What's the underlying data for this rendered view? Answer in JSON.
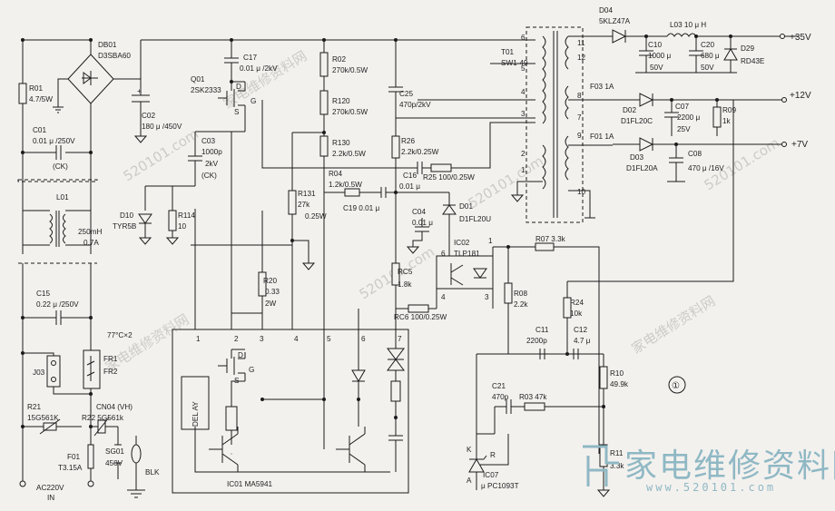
{
  "figure_number": "①",
  "watermark_text": "520101.com",
  "watermark_cn": "家电维修资料网",
  "logo": {
    "main": "家电维修资料网",
    "url": "www.520101.com"
  },
  "colors": {
    "ink": "#1b1b1b",
    "paper": "#f3f1ee",
    "logo": "#8fb8c4"
  },
  "labels": [
    {
      "id": "db01",
      "text": "DB01"
    },
    {
      "id": "db01v",
      "text": "D3SBA60"
    },
    {
      "id": "r01",
      "text": "R01"
    },
    {
      "id": "r01v",
      "text": "4.7/5W"
    },
    {
      "id": "c02",
      "text": "C02"
    },
    {
      "id": "c02v",
      "text": "180 μ /450V"
    },
    {
      "id": "c01",
      "text": "C01"
    },
    {
      "id": "c01v",
      "text": "0.01 μ /250V"
    },
    {
      "id": "ck1",
      "text": "(CK)"
    },
    {
      "id": "l01",
      "text": "L01"
    },
    {
      "id": "l01v1",
      "text": "250mH"
    },
    {
      "id": "l01v2",
      "text": "0.7A"
    },
    {
      "id": "c15",
      "text": "C15"
    },
    {
      "id": "c15v",
      "text": "0.22 μ /250V"
    },
    {
      "id": "j03",
      "text": "J03"
    },
    {
      "id": "fr77",
      "text": "77°C×2"
    },
    {
      "id": "fr1",
      "text": "FR1"
    },
    {
      "id": "fr2",
      "text": "FR2"
    },
    {
      "id": "r21",
      "text": "R21"
    },
    {
      "id": "r21v",
      "text": "15G561K"
    },
    {
      "id": "cn04",
      "text": "CN04 (VH)"
    },
    {
      "id": "r22",
      "text": "R22  5G561k"
    },
    {
      "id": "f01",
      "text": "F01"
    },
    {
      "id": "f01v",
      "text": "T3.15A"
    },
    {
      "id": "sg01",
      "text": "SG01"
    },
    {
      "id": "sg01v",
      "text": "450V"
    },
    {
      "id": "blk",
      "text": "BLK"
    },
    {
      "id": "ac",
      "text": "AC220V"
    },
    {
      "id": "in",
      "text": "IN"
    },
    {
      "id": "c17",
      "text": "C17"
    },
    {
      "id": "c17v",
      "text": "0.01 μ /2kV"
    },
    {
      "id": "q01",
      "text": "Q01"
    },
    {
      "id": "q01v",
      "text": "2SK2333"
    },
    {
      "id": "q01d",
      "text": "D"
    },
    {
      "id": "q01g",
      "text": "G"
    },
    {
      "id": "q01s",
      "text": "S"
    },
    {
      "id": "c03",
      "text": "C03"
    },
    {
      "id": "c03v1",
      "text": "1000p"
    },
    {
      "id": "c03v2",
      "text": "2kV"
    },
    {
      "id": "ck2",
      "text": "(CK)"
    },
    {
      "id": "d10",
      "text": "D10"
    },
    {
      "id": "d10v",
      "text": "TYR5B"
    },
    {
      "id": "r114",
      "text": "R114"
    },
    {
      "id": "r114v",
      "text": "10"
    },
    {
      "id": "r20",
      "text": "R20"
    },
    {
      "id": "r20v1",
      "text": "0.33"
    },
    {
      "id": "r20v2",
      "text": "2W"
    },
    {
      "id": "r02",
      "text": "R02"
    },
    {
      "id": "r02v",
      "text": "270k/0.5W"
    },
    {
      "id": "r120",
      "text": "R120"
    },
    {
      "id": "r120v",
      "text": "270k/0.5W"
    },
    {
      "id": "r130",
      "text": "R130"
    },
    {
      "id": "r130v",
      "text": "2.2k/0.5W"
    },
    {
      "id": "r131",
      "text": "R131"
    },
    {
      "id": "r131v1",
      "text": "27k"
    },
    {
      "id": "r131v2",
      "text": "0.25W"
    },
    {
      "id": "r04",
      "text": "R04"
    },
    {
      "id": "r04v",
      "text": "1.2k/0.5W"
    },
    {
      "id": "c19",
      "text": "C19  0.01 μ"
    },
    {
      "id": "c25",
      "text": "C25"
    },
    {
      "id": "c25v",
      "text": "470p/2kV"
    },
    {
      "id": "r26",
      "text": "R26"
    },
    {
      "id": "r26v",
      "text": "2.2k/0.25W"
    },
    {
      "id": "c16",
      "text": "C16"
    },
    {
      "id": "c16v",
      "text": "0.01 μ"
    },
    {
      "id": "r25",
      "text": "R25  100/0.25W"
    },
    {
      "id": "t01",
      "text": "T01"
    },
    {
      "id": "t01v",
      "text": "SW1-49"
    },
    {
      "id": "d04",
      "text": "D04"
    },
    {
      "id": "d04v",
      "text": "5KLZ47A"
    },
    {
      "id": "l03",
      "text": "L03  10 μ H"
    },
    {
      "id": "c10",
      "text": "C10"
    },
    {
      "id": "c10v1",
      "text": "1000 μ"
    },
    {
      "id": "c10v2",
      "text": "50V"
    },
    {
      "id": "c20",
      "text": "C20"
    },
    {
      "id": "c20v1",
      "text": "680 μ"
    },
    {
      "id": "c20v2",
      "text": "50V"
    },
    {
      "id": "d29",
      "text": "D29"
    },
    {
      "id": "d29v",
      "text": "RD43E"
    },
    {
      "id": "out35",
      "text": "+35V"
    },
    {
      "id": "out12",
      "text": "+12V"
    },
    {
      "id": "out7",
      "text": "+7V"
    },
    {
      "id": "f03",
      "text": "F03  1A"
    },
    {
      "id": "d02",
      "text": "D02"
    },
    {
      "id": "d02v",
      "text": "D1FL20C"
    },
    {
      "id": "c07",
      "text": "C07"
    },
    {
      "id": "c07v1",
      "text": "2200 μ"
    },
    {
      "id": "c07v2",
      "text": "25V"
    },
    {
      "id": "r09",
      "text": "R09"
    },
    {
      "id": "r09v",
      "text": "1k"
    },
    {
      "id": "f01b",
      "text": "F01  1A"
    },
    {
      "id": "d03",
      "text": "D03"
    },
    {
      "id": "d03v",
      "text": "D1FL20A"
    },
    {
      "id": "c08",
      "text": "C08"
    },
    {
      "id": "c08v",
      "text": "470 μ /16V"
    },
    {
      "id": "p6",
      "text": "6"
    },
    {
      "id": "p5",
      "text": "5"
    },
    {
      "id": "p4",
      "text": "4"
    },
    {
      "id": "p3",
      "text": "3"
    },
    {
      "id": "p2",
      "text": "2"
    },
    {
      "id": "p1",
      "text": "1"
    },
    {
      "id": "p11",
      "text": "11"
    },
    {
      "id": "p12",
      "text": "12"
    },
    {
      "id": "p8",
      "text": "8"
    },
    {
      "id": "p7",
      "text": "7"
    },
    {
      "id": "p9",
      "text": "9"
    },
    {
      "id": "p10",
      "text": "10"
    },
    {
      "id": "c04",
      "text": "C04"
    },
    {
      "id": "c04v",
      "text": "0.01 μ"
    },
    {
      "id": "d01",
      "text": "D01"
    },
    {
      "id": "d01v",
      "text": "D1FL20U"
    },
    {
      "id": "ic02",
      "text": "IC02"
    },
    {
      "id": "ic02v",
      "text": "TLP181"
    },
    {
      "id": "ic02p6",
      "text": "6"
    },
    {
      "id": "ic02p1",
      "text": "1"
    },
    {
      "id": "ic02p4",
      "text": "4"
    },
    {
      "id": "ic02p3",
      "text": "3"
    },
    {
      "id": "r07",
      "text": "R07  3.3k"
    },
    {
      "id": "rc5",
      "text": "RC5"
    },
    {
      "id": "rc5v",
      "text": "1.8k"
    },
    {
      "id": "r06",
      "text": "RC6  100/0.25W"
    },
    {
      "id": "r08",
      "text": "R08"
    },
    {
      "id": "r08v",
      "text": "2.2k"
    },
    {
      "id": "r24",
      "text": "R24"
    },
    {
      "id": "r24v",
      "text": "10k"
    },
    {
      "id": "c11",
      "text": "C11"
    },
    {
      "id": "c11v",
      "text": "2200p"
    },
    {
      "id": "c12",
      "text": "C12"
    },
    {
      "id": "c12v",
      "text": "4.7 μ"
    },
    {
      "id": "r10",
      "text": "R10"
    },
    {
      "id": "r10v",
      "text": "49.9k"
    },
    {
      "id": "c21",
      "text": "C21"
    },
    {
      "id": "c21v",
      "text": "470p"
    },
    {
      "id": "r03",
      "text": "R03  47k"
    },
    {
      "id": "r11",
      "text": "R11"
    },
    {
      "id": "r11v",
      "text": "3.3k"
    },
    {
      "id": "ic07k",
      "text": "K"
    },
    {
      "id": "ic07r",
      "text": "R"
    },
    {
      "id": "ic07a",
      "text": "A"
    },
    {
      "id": "ic07",
      "text": "IC07"
    },
    {
      "id": "ic07v",
      "text": "μ PC1093T"
    },
    {
      "id": "ic01",
      "text": "IC01  MA5941"
    },
    {
      "id": "ic01p1",
      "text": "1"
    },
    {
      "id": "ic01p2",
      "text": "2"
    },
    {
      "id": "ic01p3",
      "text": "3"
    },
    {
      "id": "ic01p4",
      "text": "4"
    },
    {
      "id": "ic01p5",
      "text": "5"
    },
    {
      "id": "ic01p6",
      "text": "6"
    },
    {
      "id": "ic01p7",
      "text": "7"
    },
    {
      "id": "ic01d",
      "text": "D"
    },
    {
      "id": "ic01g",
      "text": "G"
    },
    {
      "id": "ic01s",
      "text": "S"
    },
    {
      "id": "delay",
      "text": "DEL AY"
    }
  ]
}
